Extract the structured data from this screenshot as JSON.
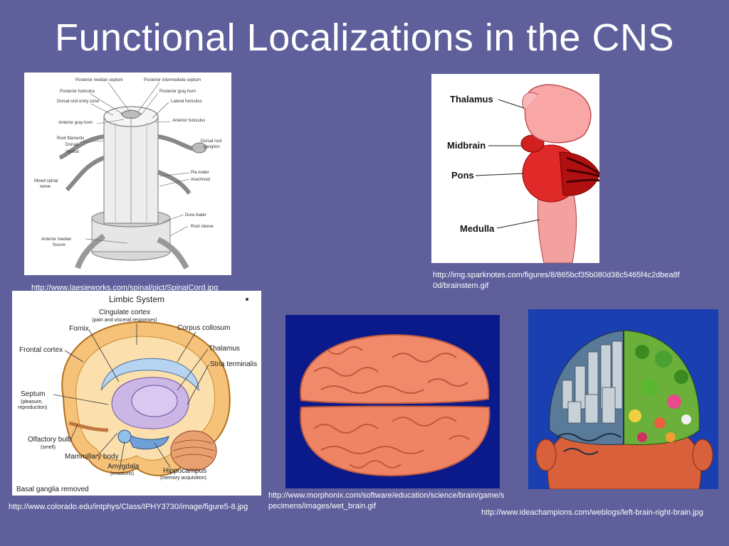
{
  "slide": {
    "title": "Functional Localizations in the CNS",
    "background": "#5f5f9c"
  },
  "images": {
    "spinal": {
      "labels": {
        "posterior_median_septum": "Posterior median septum",
        "posterior_intermediate_septum": "Posterior intermediate septum",
        "posterior_funiculus": "Posterior funiculus",
        "posterior_gray_horn": "Posterior gray horn",
        "dorsal_root_entry_zone": "Dorsal root entry zone",
        "lateral_funiculus": "Lateral funiculus",
        "anterior_gray_horn": "Anterior gray horn",
        "anterior_funiculus": "Anterior funiculus",
        "root_filaments": "Root filaments",
        "dorsal": "Dorsal",
        "ventral": "Ventral",
        "dorsal_root_ganglion_1": "Dorsal root",
        "dorsal_root_ganglion_2": "ganglion",
        "mixed_spinal_1": "Mixed spinal",
        "mixed_spinal_2": "nerve",
        "pia_mater": "Pia mater",
        "arachnoid": "Arachnoid",
        "dura_mater": "Dura mater",
        "root_sleeve": "Root sleeve",
        "anterior_median_1": "Anterior median",
        "anterior_median_2": "fissure"
      },
      "caption": "http://www.laesieworks.com/spinal/pict/SpinalCord.jpg"
    },
    "brainstem": {
      "labels": {
        "thalamus": "Thalamus",
        "midbrain": "Midbrain",
        "pons": "Pons",
        "medulla": "Medulla"
      },
      "caption": "http://img.sparknotes.com/figures/8/865bcf35b080d38c5465f4c2dbea8f0d/brainstem.gif"
    },
    "limbic": {
      "labels": {
        "title": "Limbic System",
        "cingulate": "Cingulate cortex",
        "cingulate_sub": "(pain and visceral responses)",
        "fornix": "Fornix",
        "corpus": "Corpus collosum",
        "frontal": "Frontal cortex",
        "thalamus": "Thalamus",
        "stria": "Stria terminalis",
        "septum": "Septum",
        "septum_sub1": "(pleasure,",
        "septum_sub2": "reproduction)",
        "olfactory": "Olfactory bulb",
        "olfactory_sub": "(smell)",
        "mammillary": "Mammillary body",
        "amygdala": "Amygdala",
        "amygdala_sub": "(emotions)",
        "hippocampus": "Hippocampus",
        "hippocampus_sub": "(memory acquisition)",
        "basal": "Basal ganglia removed"
      },
      "caption": "http://www.colorado.edu/intphys/Class/IPHY3730/image/figure5-8.jpg"
    },
    "wet_brain": {
      "caption": "http://www.morphonix.com/software/education/science/brain/game/specimens/images/wet_brain.gif"
    },
    "left_right": {
      "caption": "http://www.ideachampions.com/weblogs/left-brain-right-brain.jpg"
    }
  }
}
